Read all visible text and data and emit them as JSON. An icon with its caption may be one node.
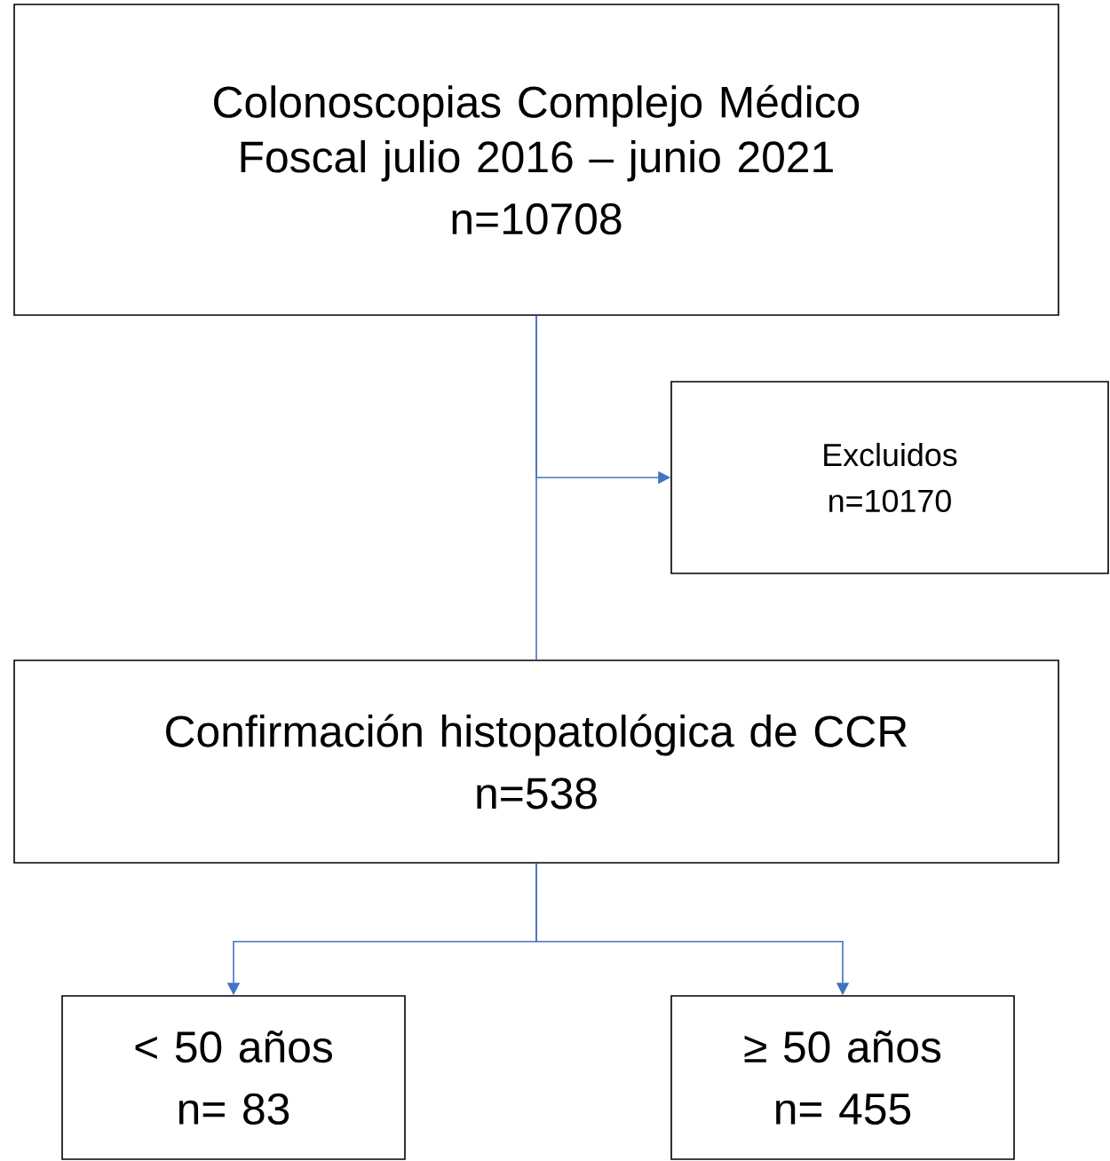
{
  "diagram": {
    "nodes": [
      {
        "text": [
          "Colonoscopias Complejo Médico Foscal julio 2016 – junio 2021",
          "n=10708"
        ]
      },
      {
        "text": [
          "Excluidos",
          "n=10170"
        ]
      },
      {
        "text": [
          "Confirmación histopatológica de CCR",
          "n=538"
        ]
      },
      {
        "text": [
          "< 50 años",
          "n= 83"
        ]
      },
      {
        "text": [
          "≥ 50 años",
          "n= 455"
        ]
      }
    ],
    "edges": [
      {
        "from": 0,
        "to": 2,
        "arrow": "none"
      },
      {
        "from": 0,
        "to": 1,
        "arrow": "to"
      },
      {
        "from": 2,
        "to": 3,
        "arrow": "to"
      },
      {
        "from": 2,
        "to": 4,
        "arrow": "to"
      }
    ]
  }
}
